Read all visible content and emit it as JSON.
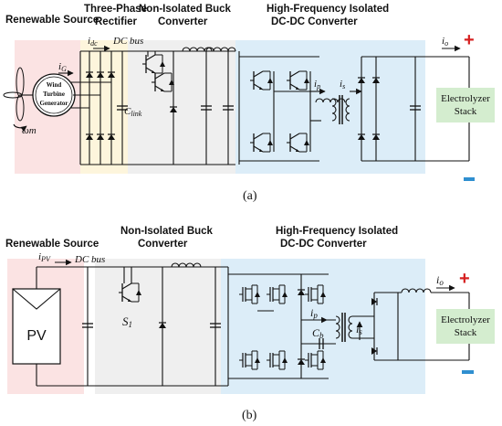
{
  "figure_a": {
    "caption": "(a)",
    "headers": {
      "renewable_source": "Renewable Source",
      "rectifier_line1": "Three-Phase",
      "rectifier_line2": "Rectifier",
      "buck_line1": "Non-Isolated Buck",
      "buck_line2": "Converter",
      "hf_line1": "High-Frequency Isolated",
      "hf_line2": "DC-DC Converter"
    },
    "labels": {
      "idc": "i",
      "idc_sub": "dc",
      "dc_bus": "DC bus",
      "ig": "i",
      "ig_sub": "G",
      "omega": "ωm",
      "clink": "C",
      "clink_sub": "link",
      "ip": "i",
      "ip_sub": "p",
      "is": "i",
      "is_sub": "s",
      "io": "i",
      "io_sub": "o",
      "turbine_line1": "Wind",
      "turbine_line2": "Turbine",
      "turbine_line3": "Generator",
      "electrolyzer_line1": "Electrolyzer",
      "electrolyzer_line2": "Stack",
      "plus": "+",
      "minus": "−"
    }
  },
  "figure_b": {
    "caption": "(b)",
    "headers": {
      "renewable_source": "Renewable Source",
      "buck_line1": "Non-Isolated Buck",
      "buck_line2": "Converter",
      "hf_line1": "High-Frequency Isolated",
      "hf_line2": "DC-DC Converter"
    },
    "labels": {
      "ipv": "i",
      "ipv_sub": "PV",
      "dc_bus": "DC bus",
      "pv": "PV",
      "s1": "S",
      "s1_sub": "1",
      "ip": "i",
      "ip_sub": "p",
      "cb": "C",
      "cb_sub": "b",
      "is": "i",
      "is_sub": "s",
      "io": "i",
      "io_sub": "o",
      "electrolyzer_line1": "Electrolyzer",
      "electrolyzer_line2": "Stack",
      "plus": "+",
      "minus": "−"
    }
  },
  "colors": {
    "source_bg": "#fbe3e3",
    "rectifier_bg": "#fdf5dc",
    "buck_bg": "#efefef",
    "hf_bg": "#dcedf8",
    "electrolyzer_bg": "#d4edcf",
    "plus": "#d62020",
    "minus": "#2f8fd0"
  }
}
